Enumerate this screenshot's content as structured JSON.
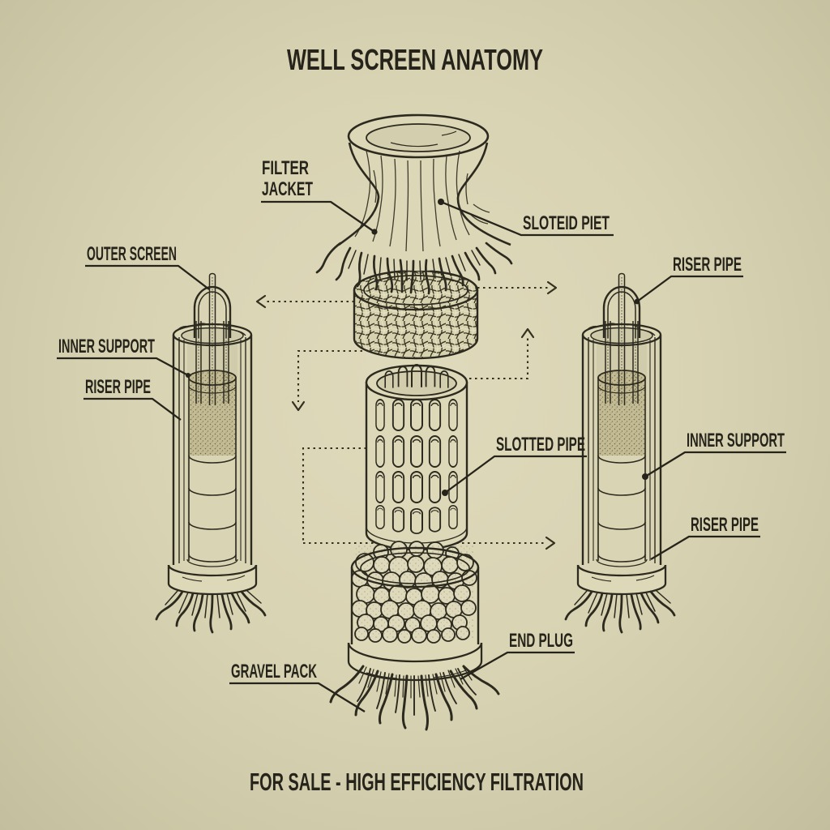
{
  "title": "WELL SCREEN ANATOMY",
  "footer": "FOR SALE - HIGH EFFICIENCY FILTRATION",
  "colors": {
    "paper": "#d8d3b3",
    "paper_edge": "#c3bf9e",
    "ink": "#2c2a1e",
    "sand_fill": "#c3bb93"
  },
  "labels": {
    "filter_jacket_line1": "FILTER",
    "filter_jacket_line2": "JACKET",
    "sloted_piet": "SLOTEID PIET",
    "outer_screen": "OUTER SCREEN",
    "inner_support_left": "INNER SUPPORT",
    "riser_pipe_left": "RISER PIPE",
    "slotted_pipe": "SLOTTED PIPE",
    "riser_pipe_right_top": "RISER PIPE",
    "inner_support_right": "INNER SUPPORT",
    "riser_pipe_right_bottom": "RISER PIPE",
    "gravel_pack": "GRAVEL PACK",
    "end_plug": "END PLUG"
  }
}
